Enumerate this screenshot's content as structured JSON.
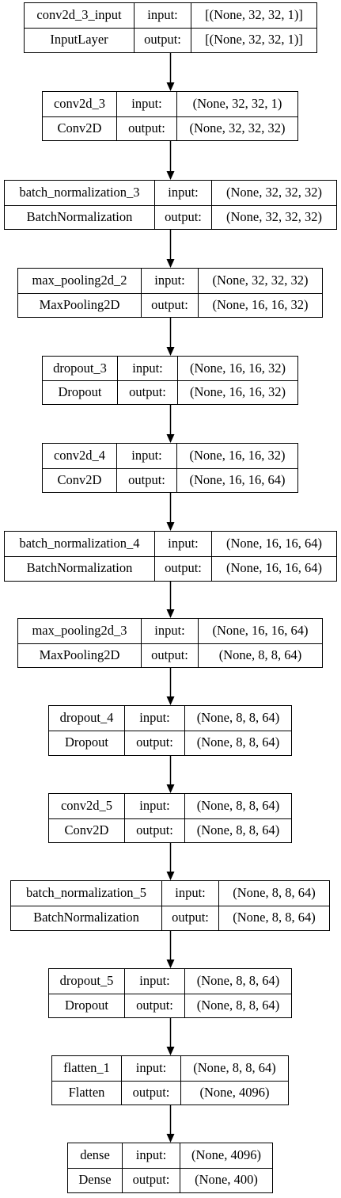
{
  "layers": [
    {
      "name": "conv2d_3_input",
      "type": "InputLayer",
      "input_label": "input:",
      "output_label": "output:",
      "input": "[(None, 32, 32, 1)]",
      "output": "[(None, 32, 32, 1)]"
    },
    {
      "name": "conv2d_3",
      "type": "Conv2D",
      "input_label": "input:",
      "output_label": "output:",
      "input": "(None, 32, 32, 1)",
      "output": "(None, 32, 32, 32)"
    },
    {
      "name": "batch_normalization_3",
      "type": "BatchNormalization",
      "input_label": "input:",
      "output_label": "output:",
      "input": "(None, 32, 32, 32)",
      "output": "(None, 32, 32, 32)"
    },
    {
      "name": "max_pooling2d_2",
      "type": "MaxPooling2D",
      "input_label": "input:",
      "output_label": "output:",
      "input": "(None, 32, 32, 32)",
      "output": "(None, 16, 16, 32)"
    },
    {
      "name": "dropout_3",
      "type": "Dropout",
      "input_label": "input:",
      "output_label": "output:",
      "input": "(None, 16, 16, 32)",
      "output": "(None, 16, 16, 32)"
    },
    {
      "name": "conv2d_4",
      "type": "Conv2D",
      "input_label": "input:",
      "output_label": "output:",
      "input": "(None, 16, 16, 32)",
      "output": "(None, 16, 16, 64)"
    },
    {
      "name": "batch_normalization_4",
      "type": "BatchNormalization",
      "input_label": "input:",
      "output_label": "output:",
      "input": "(None, 16, 16, 64)",
      "output": "(None, 16, 16, 64)"
    },
    {
      "name": "max_pooling2d_3",
      "type": "MaxPooling2D",
      "input_label": "input:",
      "output_label": "output:",
      "input": "(None, 16, 16, 64)",
      "output": "(None, 8, 8, 64)"
    },
    {
      "name": "dropout_4",
      "type": "Dropout",
      "input_label": "input:",
      "output_label": "output:",
      "input": "(None, 8, 8, 64)",
      "output": "(None, 8, 8, 64)"
    },
    {
      "name": "conv2d_5",
      "type": "Conv2D",
      "input_label": "input:",
      "output_label": "output:",
      "input": "(None, 8, 8, 64)",
      "output": "(None, 8, 8, 64)"
    },
    {
      "name": "batch_normalization_5",
      "type": "BatchNormalization",
      "input_label": "input:",
      "output_label": "output:",
      "input": "(None, 8, 8, 64)",
      "output": "(None, 8, 8, 64)"
    },
    {
      "name": "dropout_5",
      "type": "Dropout",
      "input_label": "input:",
      "output_label": "output:",
      "input": "(None, 8, 8, 64)",
      "output": "(None, 8, 8, 64)"
    },
    {
      "name": "flatten_1",
      "type": "Flatten",
      "input_label": "input:",
      "output_label": "output:",
      "input": "(None, 8, 8, 64)",
      "output": "(None, 4096)"
    },
    {
      "name": "dense",
      "type": "Dense",
      "input_label": "input:",
      "output_label": "output:",
      "input": "(None, 4096)",
      "output": "(None, 400)"
    }
  ]
}
